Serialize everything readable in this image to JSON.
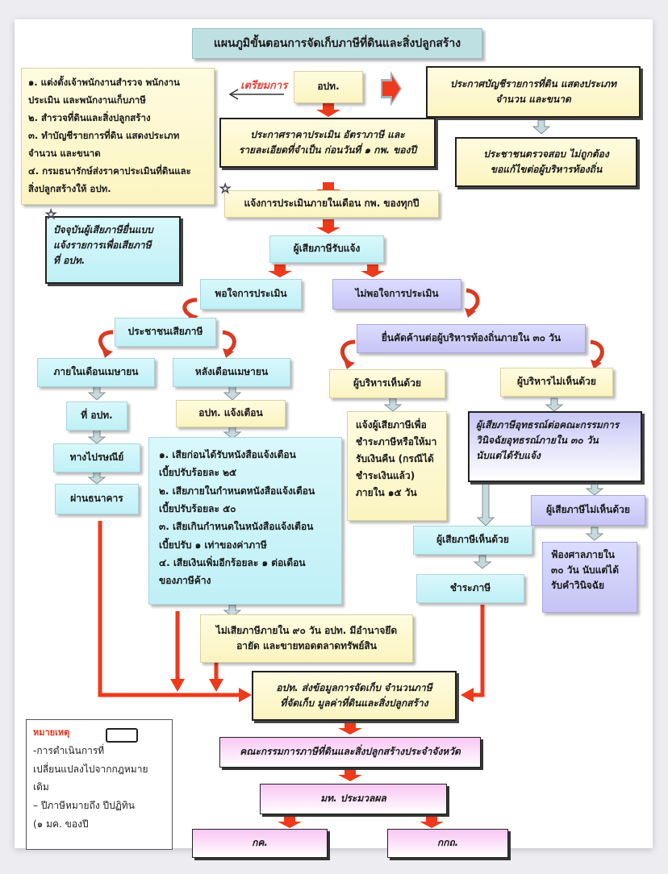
{
  "title": "แผนภูมิขั้นตอนการจัดเก็บภาษีที่ดินและสิ่งปลูกสร้าง",
  "preparation": {
    "label": "เตรียมการ",
    "steps": [
      "๑. แต่งตั้งเจ้าพนักงานสำรวจ พนักงาน",
      "ประเมิน และพนักงานเก็บภาษี",
      "๒. สำรวจที่ดินและสิ่งปลูกสร้าง",
      "๓. ทำบัญชีรายการที่ดิน แสดงประเภท",
      "จำนวน และขนาด",
      "๔. กรมธนารักษ์ส่งราคาประเมินที่ดินและ",
      "สิ่งปลูกสร้างให้ อปท."
    ]
  },
  "nodes": {
    "opt": "อปท.",
    "announce_list": [
      "ประกาศบัญชีรายการที่ดิน แสดงประเภท",
      "จำนวน และขนาด"
    ],
    "public_check": [
      "ประชาชนตรวจสอบ ไม่ถูกต้อง",
      "ขอแก้ไขต่อผู้บริหารท้องถิ่น"
    ],
    "announce_price": [
      "ประกาศราคาประเมิน อัตราภาษี และ",
      "รายละเอียดที่จำเป็น ก่อนวันที่ ๑ กพ. ของปี"
    ],
    "notify_assessment": "แจ้งการประเมินภายในเดือน กพ. ของทุกปี",
    "current_note": [
      "ปัจจุบันผู้เสียภาษียื่นแบบ",
      "แจ้งรายการเพื่อเสียภาษี",
      "ที่ อปท."
    ],
    "taxpayer_notified": "ผู้เสียภาษีรับแจ้ง",
    "satisfied": "พอใจการประเมิน",
    "not_satisfied": "ไม่พอใจการประเมิน",
    "people_pay": "ประชาชนเสียภาษี",
    "within_april": "ภายในเดือนเมษายน",
    "after_april": "หลังเดือนเมษายน",
    "at_opt": "ที่ อปท.",
    "by_post": "ทางไปรษณีย์",
    "via_bank": "ผ่านธนาคาร",
    "opt_warn": "อปท. แจ้งเตือน",
    "penalties": [
      "๑. เสียก่อนได้รับหนังสือแจ้งเตือน",
      "เบี้ยปรับร้อยละ ๒๕",
      "๒. เสียภายในกำหนดหนังสือแจ้งเตือน",
      "เบี้ยปรับร้อยละ ๕๐",
      "๓. เสียเกินกำหนดในหนังสือแจ้งเตือน",
      "เบี้ยปรับ ๑ เท่าของค่าภาษี",
      "๔. เสียเงินเพิ่มอีกร้อยละ ๑ ต่อเดือน",
      "ของภาษีค้าง"
    ],
    "seize": [
      "ไม่เสียภาษีภายใน ๙๐ วัน อปท. มีอำนาจยึด",
      "อายัด และขายทอดตลาดทรัพย์สิน"
    ],
    "objection": "ยื่นคัดค้านต่อผู้บริหารท้องถิ่นภายใน ๓๐ วัน",
    "exec_agree": "ผู้บริหารเห็นด้วย",
    "exec_disagree": "ผู้บริหารไม่เห็นด้วย",
    "refund": [
      "แจ้งผู้เสียภาษีเพื่อ",
      "ชำระภาษีหรือให้มา",
      "รับเงินคืน (กรณีได้",
      "ชำระเงินแล้ว)",
      "ภายใน ๑๕ วัน"
    ],
    "appeal": [
      "ผู้เสียภาษีอุทธรณ์ต่อคณะกรรมการ",
      "วินิจฉัยอุทธรณ์ภายใน ๓๐ วัน",
      "นับแต่ได้รับแจ้ง"
    ],
    "taxpayer_agree": "ผู้เสียภาษีเห็นด้วย",
    "taxpayer_disagree": "ผู้เสียภาษีไม่เห็นด้วย",
    "pay_tax": "ชำระภาษี",
    "court": [
      "ฟ้องศาลภายใน",
      "๓๐ วัน นับแต่ได้",
      "รับคำวินิจฉัย"
    ],
    "send_data": [
      "อปท. ส่งข้อมูลการจัดเก็บ จำนวนภาษี",
      "ที่จัดเก็บ มูลค่าที่ดินและสิ่งปลูกสร้าง"
    ],
    "provincial_committee": "คณะกรรมการภาษีที่ดินและสิ่งปลูกสร้างประจำจังหวัด",
    "moi_process": "มท. ประมวลผล",
    "kk": "กค.",
    "kkth": "กกถ."
  },
  "legend": {
    "header": "หมายเหตุ",
    "lines": [
      "-การดำเนินการที่",
      "เปลี่ยนแปลงไปจากกฎหมาย",
      "เดิม",
      "– ปีภาษีหมายถึง ปีปฏิทิน",
      "(๑ มค. ของปี"
    ]
  },
  "colors": {
    "arrow_red": "#ee3a1c",
    "arrow_gray": "#b8cfd4",
    "yellow_box": "#fbf4c0",
    "cyan_box": "#bff0f6",
    "purple_box": "#c6c4f4",
    "pink_box": "#f9c6f4",
    "title_box": "#bfe0e3"
  }
}
